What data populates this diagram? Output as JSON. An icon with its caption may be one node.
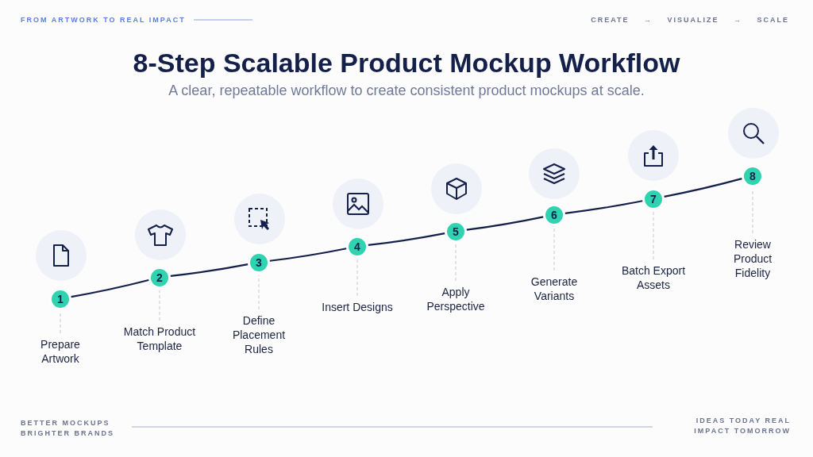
{
  "diagram": {
    "title": "8-Step Scalable Product Mockup Workflow",
    "nodes": [
      {
        "text": [
          "1"
        ]
      },
      {
        "text": [
          "2"
        ]
      },
      {
        "text": [
          "3"
        ]
      },
      {
        "text": [
          "4"
        ]
      },
      {
        "text": [
          "5"
        ]
      },
      {
        "text": [
          "6"
        ]
      },
      {
        "text": [
          "7"
        ]
      },
      {
        "text": [
          "8"
        ]
      },
      {
        "text": [
          "Prepare Artwork"
        ]
      },
      {
        "text": [
          "Match Product Template"
        ]
      },
      {
        "text": [
          "Define Placement Rules"
        ]
      },
      {
        "text": [
          "Insert Designs"
        ]
      },
      {
        "text": [
          "Apply Perspective"
        ]
      },
      {
        "text": [
          "Generate Variants"
        ]
      },
      {
        "text": [
          "Batch Export Assets"
        ]
      },
      {
        "text": [
          "Review Product Fidelity"
        ]
      }
    ],
    "edges": [
      {
        "from": 0,
        "to": 1,
        "arrow": "none",
        "color": "#14204a"
      },
      {
        "from": 1,
        "to": 2,
        "arrow": "none",
        "color": "#14204a"
      },
      {
        "from": 2,
        "to": 3,
        "arrow": "none",
        "color": "#14204a"
      },
      {
        "from": 3,
        "to": 4,
        "arrow": "none",
        "color": "#14204a"
      },
      {
        "from": 4,
        "to": 5,
        "arrow": "none",
        "color": "#14204a"
      },
      {
        "from": 5,
        "to": 6,
        "arrow": "none",
        "color": "#14204a"
      },
      {
        "from": 6,
        "to": 7,
        "arrow": "none",
        "color": "#14204a"
      },
      {
        "from": 8,
        "to": 0,
        "arrow": "none",
        "style": "dashed",
        "color": "#c4c8d0"
      },
      {
        "from": 9,
        "to": 1,
        "arrow": "none",
        "style": "dashed",
        "color": "#c4c8d0"
      },
      {
        "from": 10,
        "to": 2,
        "arrow": "none",
        "style": "dashed",
        "color": "#c4c8d0"
      },
      {
        "from": 11,
        "to": 3,
        "arrow": "none",
        "style": "dashed",
        "color": "#c4c8d0"
      },
      {
        "from": 12,
        "to": 4,
        "arrow": "none",
        "style": "dashed",
        "color": "#c4c8d0"
      },
      {
        "from": 13,
        "to": 5,
        "arrow": "none",
        "style": "dashed",
        "color": "#c4c8d0"
      },
      {
        "from": 14,
        "to": 6,
        "arrow": "none",
        "style": "dashed",
        "color": "#c4c8d0"
      },
      {
        "from": 15,
        "to": 7,
        "arrow": "none",
        "style": "dashed",
        "color": "#c4c8d0"
      }
    ],
    "labels": [
      "FROM ARTWORK TO REAL IMPACT",
      "CREATE → VISUALIZE → SCALE",
      "A clear, repeatable workflow to create consistent product mockups at scale.",
      "BETTER MOCKUPS BRIGHTER BRANDS",
      "IDEAS TODAY REAL IMPACT TOMORROW"
    ]
  }
}
